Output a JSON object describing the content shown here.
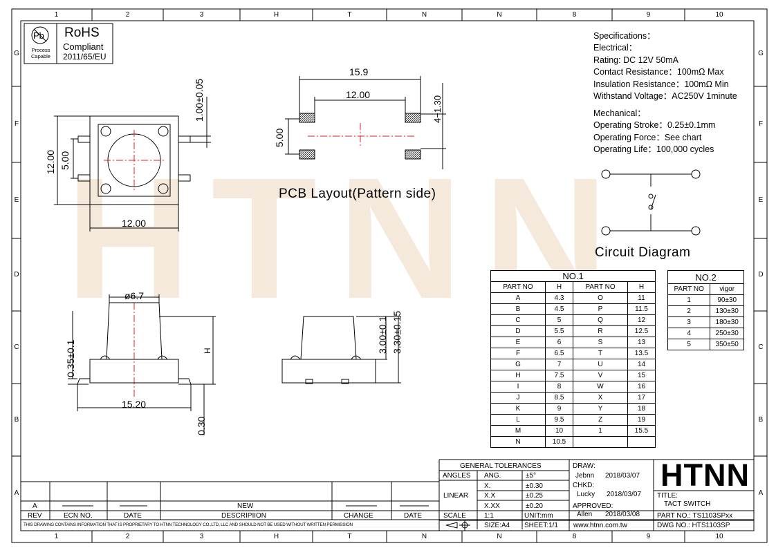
{
  "watermark": "HTNN",
  "zones": {
    "cols": [
      "1",
      "2",
      "3",
      "H",
      "T",
      "N",
      "N",
      "8",
      "9",
      "10"
    ],
    "rows": [
      "G",
      "F",
      "E",
      "D",
      "C",
      "B",
      "A"
    ]
  },
  "rohs": {
    "pb": "Pb",
    "process": "Process",
    "capable": "Capable",
    "title": "RoHS",
    "compliant": "Compliant",
    "directive": "2011/65/EU"
  },
  "specs": {
    "title": "Specifications：",
    "electrical": "Electrical：",
    "rating": "Rating:  DC 12V  50mA",
    "contact": "Contact Resistance：100mΩ Max",
    "insulation": "Insulation Resistance：100mΩ Min",
    "withstand": "Withstand Voltage：AC250V 1minute",
    "mechanical": "Mechanical：",
    "stroke": "Operating Stroke：0.25±0.1mm",
    "force": "Operating Force：See chart",
    "life": "Operating Life：100,000 cycles"
  },
  "dims": {
    "top_h": "1.00±0.05",
    "top_w_left": "12.00",
    "top_w_inner": "5.00",
    "top_w_bottom": "12.00",
    "pcb_w": "15.9",
    "pcb_inner": "12.00",
    "pcb_h": "5.00",
    "pcb_pads": "4−1.30",
    "side_dia": "ø6.7",
    "side_lead": "0.35±0.1",
    "side_h": "H",
    "side_w": "15.20",
    "side_foot": "0.30",
    "side2_a": "3.00±0.1",
    "side2_b": "3.30±0.15"
  },
  "labels": {
    "pcb": "PCB  Layout(Pattern  side)",
    "circuit": "Circuit  Diagram"
  },
  "table1": {
    "title": "NO.1",
    "headers": [
      "PART  NO",
      "H",
      "PART  NO",
      "H"
    ],
    "rows": [
      [
        "A",
        "4.3",
        "O",
        "11"
      ],
      [
        "B",
        "4.5",
        "P",
        "11.5"
      ],
      [
        "C",
        "5",
        "Q",
        "12"
      ],
      [
        "D",
        "5.5",
        "R",
        "12.5"
      ],
      [
        "E",
        "6",
        "S",
        "13"
      ],
      [
        "F",
        "6.5",
        "T",
        "13.5"
      ],
      [
        "G",
        "7",
        "U",
        "14"
      ],
      [
        "H",
        "7.5",
        "V",
        "15"
      ],
      [
        "I",
        "8",
        "W",
        "16"
      ],
      [
        "J",
        "8.5",
        "X",
        "17"
      ],
      [
        "K",
        "9",
        "Y",
        "18"
      ],
      [
        "L",
        "9.5",
        "Z",
        "19"
      ],
      [
        "M",
        "10",
        "1",
        "15.5"
      ],
      [
        "N",
        "10.5",
        "",
        ""
      ]
    ]
  },
  "table2": {
    "title": "NO.2",
    "headers": [
      "PART  NO",
      "vigor"
    ],
    "rows": [
      [
        "1",
        "90±30"
      ],
      [
        "2",
        "130±30"
      ],
      [
        "3",
        "180±30"
      ],
      [
        "4",
        "250±30"
      ],
      [
        "5",
        "350±50"
      ]
    ]
  },
  "titleblock": {
    "tol": "GENERAL TOLERANCES",
    "angles": "ANGLES",
    "ang": "ANG.",
    "ang_v": "±5°",
    "linear": "LINEAR",
    "x1": "X.",
    "x1v": "±0.30",
    "x2": "X.X",
    "x2v": "±0.25",
    "x3": "X.XX",
    "x3v": "±0.20",
    "scale": "SCALE",
    "scale_v": "1:1",
    "unit": "UNIT:mm",
    "size": "SIZE:A4",
    "sheet": "SHEET:1/1",
    "draw": "DRAW:",
    "draw_n": "Jebnn",
    "draw_d": "2018/03/07",
    "chkd": "CHKD:",
    "chkd_n": "Lucky",
    "chkd_d": "2018/03/07",
    "appr": "APPROVED:",
    "appr_n": "Allen",
    "appr_d": "2018/03/08",
    "site": "www.htnn.com.tw",
    "logo": "HTNN",
    "title": "TITLE:",
    "title_v": "TACT SWITCH",
    "part": "PART NO.: TS1103SPxx",
    "dwg": "DWG  NO.: HTS1103SP",
    "rev_a": "A",
    "new": "NEW",
    "rev": "REV",
    "ecn": "ECN NO.",
    "date": "DATE",
    "desc": "DESCRIPIION",
    "change": "CHANGE",
    "date2": "DATE",
    "notice": "THIS DRAWING CONTAINS INFORMATION THAT IS PROPRIETARY TO HTNN TECHNOLOGY CO.,LTD, LLC AND SHOULD NOT BE USED WITHOUT WRITTEN PERMISSION"
  }
}
